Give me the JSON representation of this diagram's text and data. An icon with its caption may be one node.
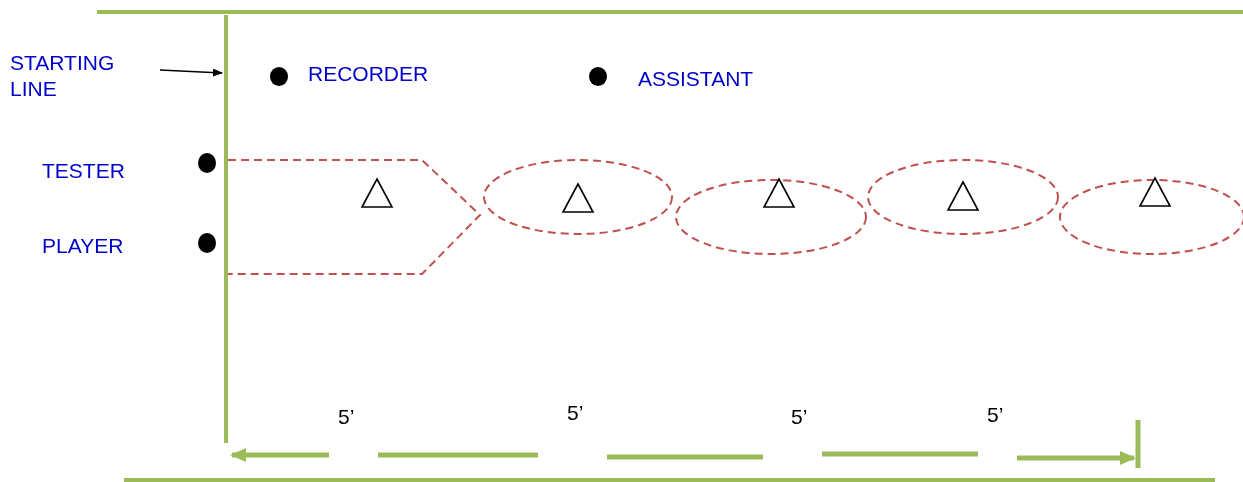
{
  "diagram": {
    "nodes": [
      {
        "text": [
          "STARTING LINE"
        ]
      },
      {
        "text": [],
        "shape": "bar"
      },
      {
        "text": [],
        "shape": "circle",
        "beside": [
          "RECORDER"
        ]
      },
      {
        "text": [],
        "shape": "circle",
        "beside": [
          "ASSISTANT"
        ]
      },
      {
        "text": [],
        "shape": "circle",
        "beside": [
          "TESTER"
        ]
      },
      {
        "text": [],
        "shape": "circle",
        "beside": [
          "PLAYER"
        ]
      },
      {
        "text": [],
        "shape": "triangle"
      },
      {
        "text": [],
        "shape": "triangle"
      },
      {
        "text": [],
        "shape": "triangle"
      },
      {
        "text": [],
        "shape": "triangle"
      },
      {
        "text": [],
        "shape": "triangle"
      }
    ],
    "edges": [
      {
        "from": 0,
        "to": 1,
        "arrow": "to"
      }
    ],
    "labels": [
      "5’",
      "5’",
      "5’",
      "5’"
    ]
  }
}
